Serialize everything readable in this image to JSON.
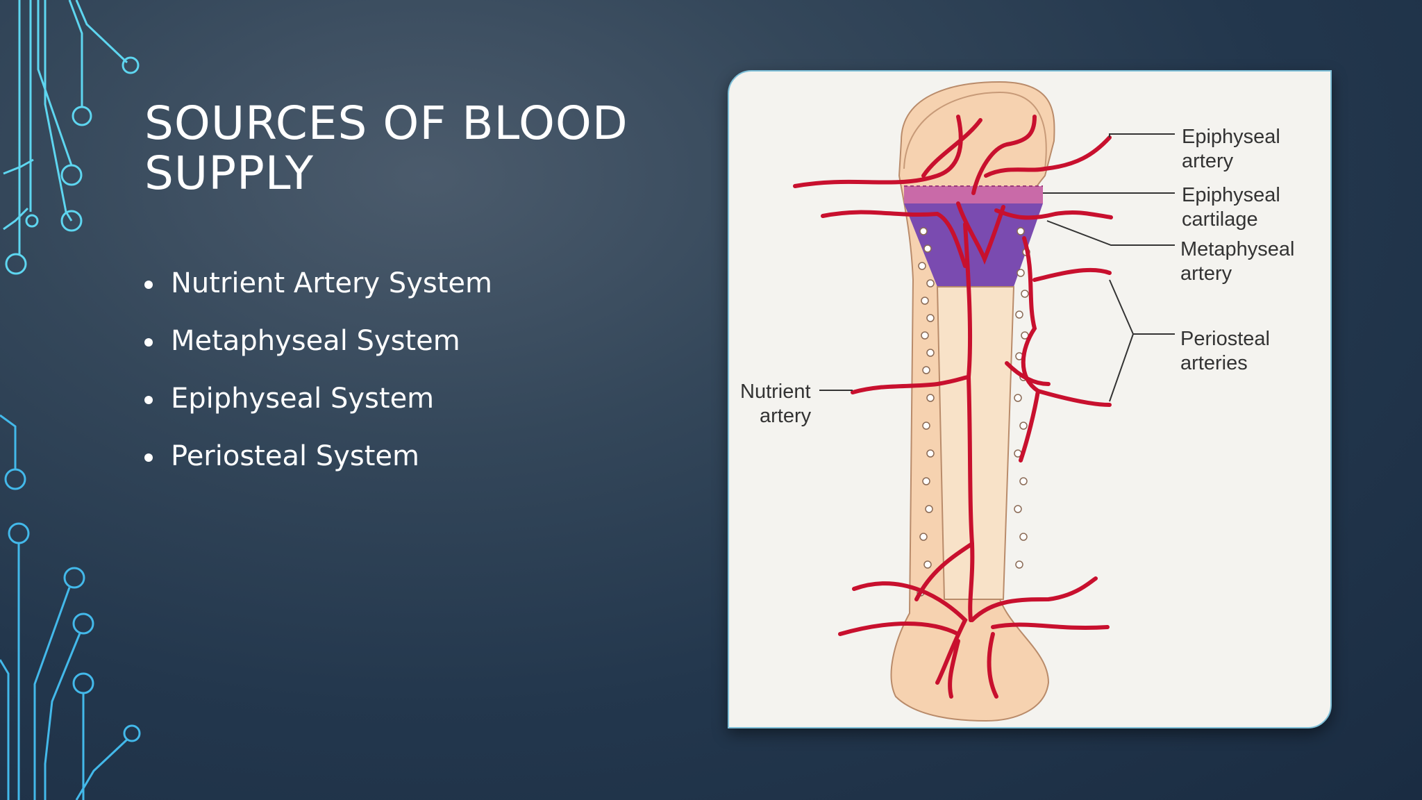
{
  "slide": {
    "title_line1": "SOURCES OF BLOOD",
    "title_line2": "SUPPLY",
    "bullets": [
      "Nutrient Artery System",
      "Metaphyseal System",
      "Epiphyseal System",
      "Periosteal System"
    ]
  },
  "figure": {
    "labels": {
      "epiphyseal_artery": [
        "Epiphyseal",
        "artery"
      ],
      "epiphyseal_cartilage": [
        "Epiphyseal",
        "cartilage"
      ],
      "metaphyseal_artery": [
        "Metaphyseal",
        "artery"
      ],
      "periosteal_arteries": [
        "Periosteal",
        "arteries"
      ],
      "nutrient_artery": [
        "Nutrient",
        "artery"
      ]
    }
  },
  "colors": {
    "background": "#23374d",
    "circuit_cyan": "#5ed6f0",
    "circuit_blue": "#3ea8e6",
    "artery_red": "#c8102e",
    "bone": "#f6d2b0",
    "cartilage": "#7a4bb0"
  }
}
